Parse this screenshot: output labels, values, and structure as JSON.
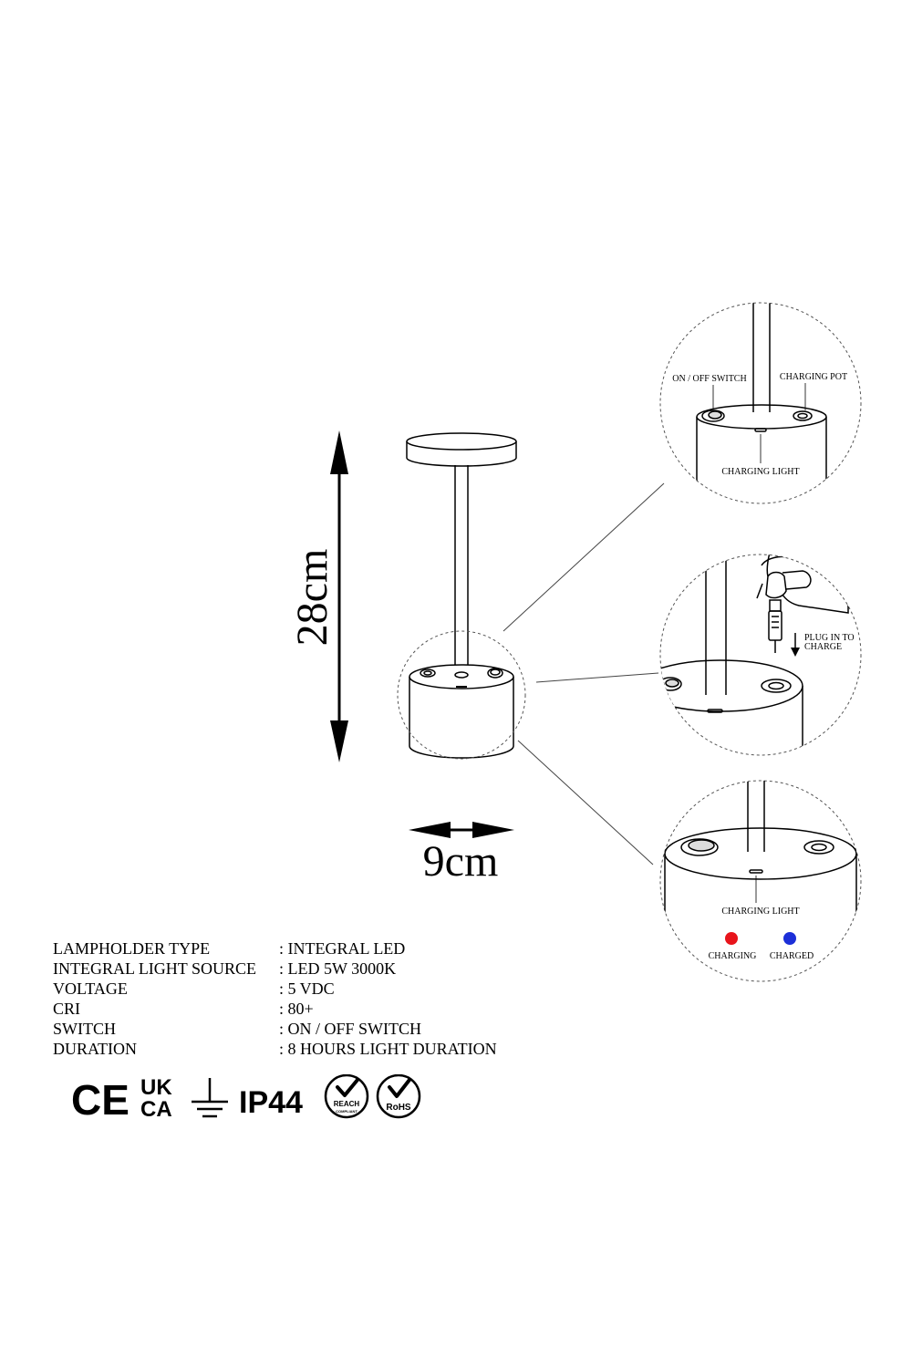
{
  "dimensions": {
    "height_label": "28cm",
    "width_label": "9cm"
  },
  "detail_top": {
    "switch_label": "ON / OFF SWITCH",
    "port_label": "CHARGING POT",
    "light_label": "CHARGING LIGHT"
  },
  "detail_middle": {
    "plug_label_line1": "PLUG IN TO",
    "plug_label_line2": "CHARGE"
  },
  "detail_bottom": {
    "light_label": "CHARGING LIGHT",
    "charging_label": "CHARGING",
    "charged_label": "CHARGED",
    "charging_color": "#e8141b",
    "charged_color": "#1c2fd8"
  },
  "specs": [
    {
      "label": "LAMPHOLDER TYPE",
      "value": ": INTEGRAL LED"
    },
    {
      "label": "INTEGRAL LIGHT SOURCE",
      "value": ": LED 5W 3000K"
    },
    {
      "label": "VOLTAGE",
      "value": ": 5 VDC"
    },
    {
      "label": "CRI",
      "value": ": 80+"
    },
    {
      "label": "SWITCH",
      "value": ": ON / OFF SWITCH"
    },
    {
      "label": "DURATION",
      "value": ": 8 HOURS LIGHT DURATION"
    }
  ],
  "certifications": {
    "ce": "CE",
    "ukca_top": "UK",
    "ukca_bottom": "CA",
    "ip": "IP44",
    "reach": "REACH",
    "reach_sub": "COMPLIANT",
    "rohs": "RoHS"
  }
}
